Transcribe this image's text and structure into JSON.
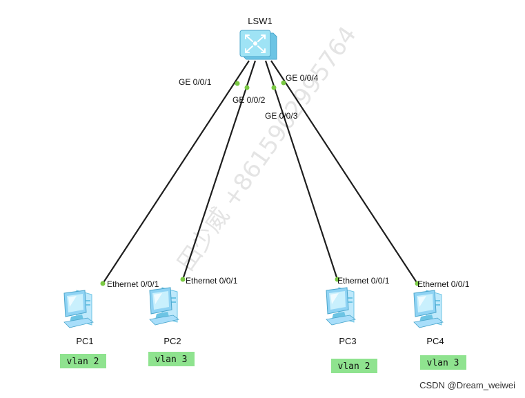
{
  "switch": {
    "name": "LSW1",
    "ports": [
      "GE 0/0/1",
      "GE 0/0/2",
      "GE 0/0/3",
      "GE 0/0/4"
    ]
  },
  "pcs": [
    {
      "name": "PC1",
      "port": "Ethernet 0/0/1",
      "vlan": "vlan 2"
    },
    {
      "name": "PC2",
      "port": "Ethernet 0/0/1",
      "vlan": "vlan 3"
    },
    {
      "name": "PC3",
      "port": "Ethernet 0/0/1",
      "vlan": "vlan 2"
    },
    {
      "name": "PC4",
      "port": "Ethernet 0/0/1",
      "vlan": "vlan 3"
    }
  ],
  "watermark": "田少威 +8615902995764",
  "footer": "CSDN @Dream_weiwei",
  "colors": {
    "link": "#1e1e1e",
    "port_dot": "#7ac943",
    "vlan_badge": "#8fe38f",
    "switch_body": "#9fe3f5",
    "pc_body": "#8fd3f4"
  }
}
